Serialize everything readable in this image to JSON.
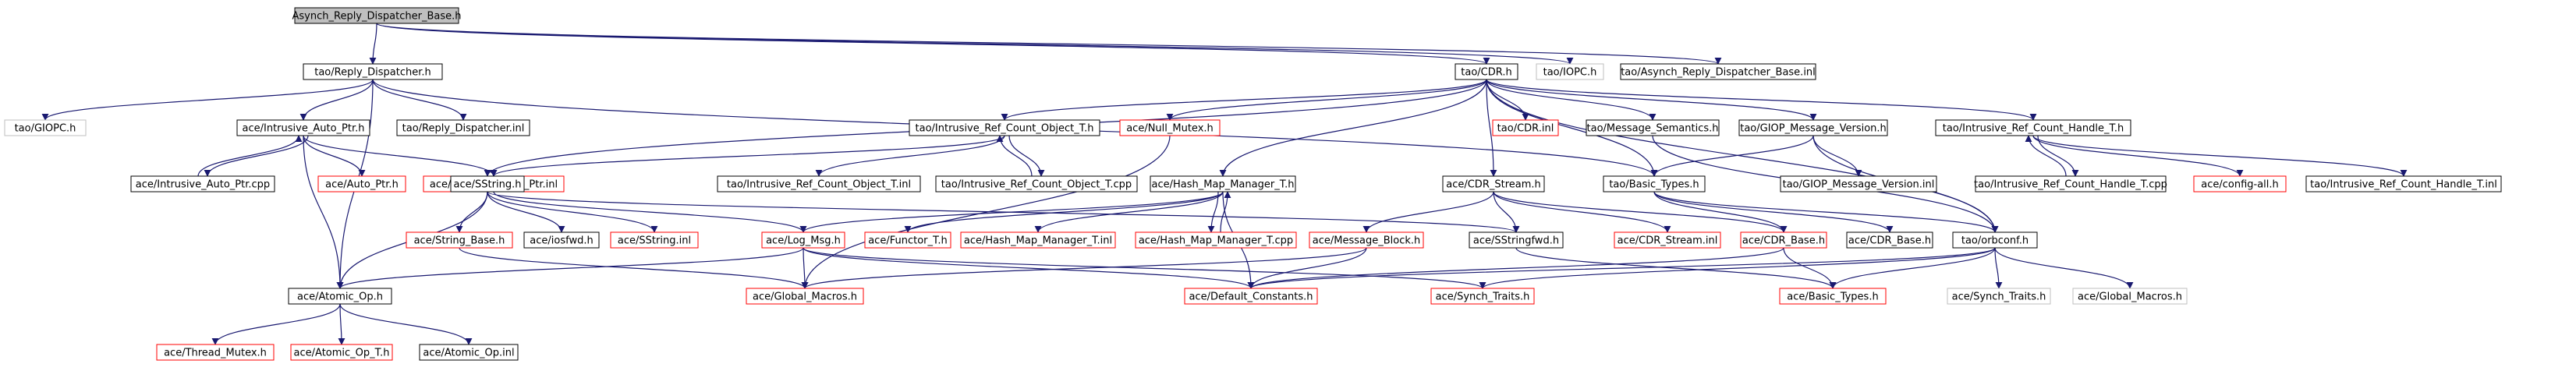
{
  "colors": {
    "background": "#ffffff",
    "edge": "#191970",
    "root_fill": "#bfbfbf",
    "normal_stroke": "#000000",
    "missing_stroke": "#ff0000",
    "external_stroke": "#bfbfbf",
    "text": "#000000"
  },
  "nodes": [
    {
      "id": "root",
      "label": "Asynch_Reply_Dispatcher_Base.h",
      "style": "root"
    },
    {
      "id": "reply_dispatcher_h",
      "label": "tao/Reply_Dispatcher.h",
      "style": "normal"
    },
    {
      "id": "cdr_h",
      "label": "tao/CDR.h",
      "style": "normal"
    },
    {
      "id": "iopc_h",
      "label": "tao/IOPC.h",
      "style": "external"
    },
    {
      "id": "arb_inl",
      "label": "tao/Asynch_Reply_Dispatcher_Base.inl",
      "style": "normal"
    },
    {
      "id": "giopc_h",
      "label": "tao/GIOPC.h",
      "style": "external"
    },
    {
      "id": "intrusive_auto_ptr_h",
      "label": "ace/Intrusive_Auto_Ptr.h",
      "style": "normal"
    },
    {
      "id": "reply_dispatcher_inl",
      "label": "tao/Reply_Dispatcher.inl",
      "style": "normal"
    },
    {
      "id": "irco_h",
      "label": "tao/Intrusive_Ref_Count_Object_T.h",
      "style": "normal"
    },
    {
      "id": "null_mutex_h",
      "label": "ace/Null_Mutex.h",
      "style": "missing"
    },
    {
      "id": "cdr_inl",
      "label": "tao/CDR.inl",
      "style": "missing"
    },
    {
      "id": "message_semantics_h",
      "label": "tao/Message_Semantics.h",
      "style": "normal"
    },
    {
      "id": "giop_mv_h",
      "label": "tao/GIOP_Message_Version.h",
      "style": "normal"
    },
    {
      "id": "irch_h",
      "label": "tao/Intrusive_Ref_Count_Handle_T.h",
      "style": "normal"
    },
    {
      "id": "intrusive_auto_ptr_cpp",
      "label": "ace/Intrusive_Auto_Ptr.cpp",
      "style": "normal"
    },
    {
      "id": "auto_ptr_h",
      "label": "ace/Auto_Ptr.h",
      "style": "missing"
    },
    {
      "id": "intrusive_auto_ptr_inl",
      "label": "ace/Intrusive_Auto_Ptr.inl",
      "style": "missing"
    },
    {
      "id": "irco_inl",
      "label": "tao/Intrusive_Ref_Count_Object_T.inl",
      "style": "normal"
    },
    {
      "id": "irco_cpp",
      "label": "tao/Intrusive_Ref_Count_Object_T.cpp",
      "style": "normal"
    },
    {
      "id": "hash_map_manager_h",
      "label": "ace/Hash_Map_Manager_T.h",
      "style": "normal"
    },
    {
      "id": "cdr_stream_h",
      "label": "ace/CDR_Stream.h",
      "style": "normal"
    },
    {
      "id": "basic_types_tao_h",
      "label": "tao/Basic_Types.h",
      "style": "normal"
    },
    {
      "id": "giop_mv_inl",
      "label": "tao/GIOP_Message_Version.inl",
      "style": "normal"
    },
    {
      "id": "irch_cpp",
      "label": "tao/Intrusive_Ref_Count_Handle_T.cpp",
      "style": "normal"
    },
    {
      "id": "config_all_h",
      "label": "ace/config-all.h",
      "style": "missing"
    },
    {
      "id": "irch_inl",
      "label": "tao/Intrusive_Ref_Count_Handle_T.inl",
      "style": "normal"
    },
    {
      "id": "sstring_h",
      "label": "ace/SString.h",
      "style": "normal"
    },
    {
      "id": "string_base_h",
      "label": "ace/String_Base.h",
      "style": "missing"
    },
    {
      "id": "iosfwd_h",
      "label": "ace/iosfwd.h",
      "style": "normal"
    },
    {
      "id": "sstring_inl",
      "label": "ace/SString.inl",
      "style": "missing"
    },
    {
      "id": "log_msg_h",
      "label": "ace/Log_Msg.h",
      "style": "missing"
    },
    {
      "id": "functor_t_h",
      "label": "ace/Functor_T.h",
      "style": "missing"
    },
    {
      "id": "hmm_inl",
      "label": "ace/Hash_Map_Manager_T.inl",
      "style": "missing"
    },
    {
      "id": "hmm_cpp",
      "label": "ace/Hash_Map_Manager_T.cpp",
      "style": "missing"
    },
    {
      "id": "message_block_h",
      "label": "ace/Message_Block.h",
      "style": "missing"
    },
    {
      "id": "sstringfwd_h",
      "label": "ace/SStringfwd.h",
      "style": "normal"
    },
    {
      "id": "cdr_stream_inl",
      "label": "ace/CDR_Stream.inl",
      "style": "missing"
    },
    {
      "id": "cdr_base_h",
      "label": "ace/CDR_Base.h",
      "style": "missing"
    },
    {
      "id": "cdr_base_tao_h",
      "label": "ace/CDR_Base.h",
      "style": "normal"
    },
    {
      "id": "orbconf_h",
      "label": "tao/orbconf.h",
      "style": "normal"
    },
    {
      "id": "atomic_op_h",
      "label": "ace/Atomic_Op.h",
      "style": "normal"
    },
    {
      "id": "global_macros_h",
      "label": "ace/Global_Macros.h",
      "style": "missing"
    },
    {
      "id": "default_constants_h",
      "label": "ace/Default_Constants.h",
      "style": "missing"
    },
    {
      "id": "synch_traits_h",
      "label": "ace/Synch_Traits.h",
      "style": "missing"
    },
    {
      "id": "basic_types_ace_h",
      "label": "ace/Basic_Types.h",
      "style": "missing"
    },
    {
      "id": "synch_traits_ext",
      "label": "ace/Synch_Traits.h",
      "style": "external"
    },
    {
      "id": "global_macros_ext",
      "label": "ace/Global_Macros.h",
      "style": "external"
    },
    {
      "id": "thread_mutex_h",
      "label": "ace/Thread_Mutex.h",
      "style": "missing"
    },
    {
      "id": "atomic_op_t_h",
      "label": "ace/Atomic_Op_T.h",
      "style": "missing"
    },
    {
      "id": "atomic_op_inl",
      "label": "ace/Atomic_Op.inl",
      "style": "normal"
    }
  ],
  "edges": [
    [
      "root",
      "reply_dispatcher_h"
    ],
    [
      "root",
      "cdr_h"
    ],
    [
      "root",
      "iopc_h"
    ],
    [
      "root",
      "arb_inl"
    ],
    [
      "reply_dispatcher_h",
      "giopc_h"
    ],
    [
      "reply_dispatcher_h",
      "intrusive_auto_ptr_h"
    ],
    [
      "reply_dispatcher_h",
      "reply_dispatcher_inl"
    ],
    [
      "reply_dispatcher_h",
      "atomic_op_h"
    ],
    [
      "reply_dispatcher_h",
      "basic_types_tao_h"
    ],
    [
      "cdr_h",
      "irco_h"
    ],
    [
      "cdr_h",
      "null_mutex_h"
    ],
    [
      "cdr_h",
      "cdr_inl"
    ],
    [
      "cdr_h",
      "message_semantics_h"
    ],
    [
      "cdr_h",
      "giop_mv_h"
    ],
    [
      "cdr_h",
      "irch_h"
    ],
    [
      "cdr_h",
      "hash_map_manager_h"
    ],
    [
      "cdr_h",
      "cdr_stream_h"
    ],
    [
      "cdr_h",
      "basic_types_tao_h"
    ],
    [
      "cdr_h",
      "sstring_h"
    ],
    [
      "cdr_h",
      "orbconf_h"
    ],
    [
      "intrusive_auto_ptr_h",
      "intrusive_auto_ptr_cpp"
    ],
    [
      "intrusive_auto_ptr_cpp",
      "intrusive_auto_ptr_h"
    ],
    [
      "intrusive_auto_ptr_h",
      "auto_ptr_h"
    ],
    [
      "intrusive_auto_ptr_h",
      "intrusive_auto_ptr_inl"
    ],
    [
      "intrusive_auto_ptr_h",
      "atomic_op_h"
    ],
    [
      "irco_h",
      "irco_inl"
    ],
    [
      "irco_h",
      "irco_cpp"
    ],
    [
      "irco_cpp",
      "irco_h"
    ],
    [
      "irco_h",
      "intrusive_auto_ptr_inl"
    ],
    [
      "null_mutex_h",
      "global_macros_h"
    ],
    [
      "message_semantics_h",
      "orbconf_h"
    ],
    [
      "giop_mv_h",
      "basic_types_tao_h"
    ],
    [
      "giop_mv_h",
      "giop_mv_inl"
    ],
    [
      "giop_mv_h",
      "orbconf_h"
    ],
    [
      "irch_h",
      "irch_cpp"
    ],
    [
      "irch_cpp",
      "irch_h"
    ],
    [
      "irch_h",
      "config_all_h"
    ],
    [
      "irch_h",
      "irch_inl"
    ],
    [
      "intrusive_auto_ptr_inl",
      "log_msg_h"
    ],
    [
      "sstring_h",
      "string_base_h"
    ],
    [
      "sstring_h",
      "iosfwd_h"
    ],
    [
      "sstring_h",
      "sstring_inl"
    ],
    [
      "sstring_h",
      "sstringfwd_h"
    ],
    [
      "sstring_h",
      "atomic_op_h"
    ],
    [
      "hash_map_manager_h",
      "log_msg_h"
    ],
    [
      "hash_map_manager_h",
      "functor_t_h"
    ],
    [
      "hash_map_manager_h",
      "hmm_inl"
    ],
    [
      "hash_map_manager_h",
      "hmm_cpp"
    ],
    [
      "hmm_cpp",
      "hash_map_manager_h"
    ],
    [
      "hash_map_manager_h",
      "default_constants_h"
    ],
    [
      "cdr_stream_h",
      "message_block_h"
    ],
    [
      "cdr_stream_h",
      "sstringfwd_h"
    ],
    [
      "cdr_stream_h",
      "cdr_stream_inl"
    ],
    [
      "cdr_stream_h",
      "cdr_base_h"
    ],
    [
      "basic_types_tao_h",
      "cdr_base_h"
    ],
    [
      "basic_types_tao_h",
      "cdr_base_tao_h"
    ],
    [
      "basic_types_tao_h",
      "orbconf_h"
    ],
    [
      "log_msg_h",
      "atomic_op_h"
    ],
    [
      "log_msg_h",
      "global_macros_h"
    ],
    [
      "log_msg_h",
      "default_constants_h"
    ],
    [
      "log_msg_h",
      "synch_traits_h"
    ],
    [
      "message_block_h",
      "global_macros_h"
    ],
    [
      "message_block_h",
      "default_constants_h"
    ],
    [
      "sstringfwd_h",
      "basic_types_ace_h"
    ],
    [
      "cdr_base_h",
      "basic_types_ace_h"
    ],
    [
      "cdr_base_h",
      "default_constants_h"
    ],
    [
      "orbconf_h",
      "default_constants_h"
    ],
    [
      "orbconf_h",
      "synch_traits_h"
    ],
    [
      "orbconf_h",
      "basic_types_ace_h"
    ],
    [
      "orbconf_h",
      "synch_traits_ext"
    ],
    [
      "orbconf_h",
      "global_macros_ext"
    ],
    [
      "string_base_h",
      "global_macros_h"
    ],
    [
      "atomic_op_h",
      "thread_mutex_h"
    ],
    [
      "atomic_op_h",
      "atomic_op_t_h"
    ],
    [
      "atomic_op_h",
      "atomic_op_inl"
    ]
  ]
}
